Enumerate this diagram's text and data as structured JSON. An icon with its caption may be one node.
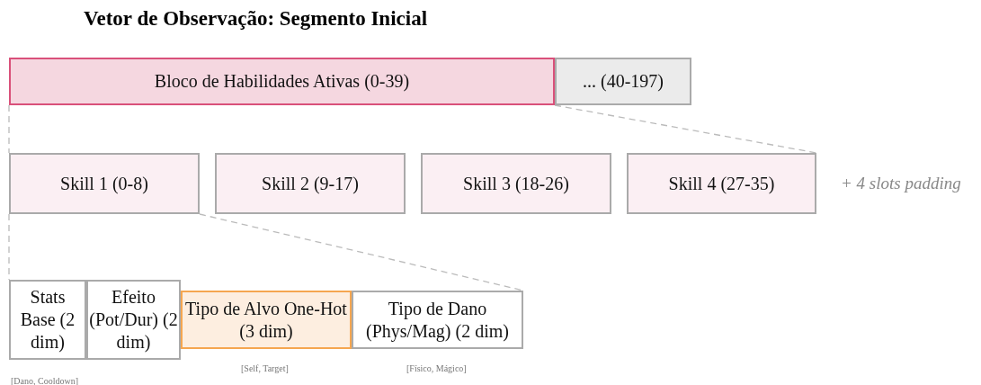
{
  "diagram": {
    "title": "Vetor de Observação: Segmento Inicial",
    "nodes": [
      {
        "text": [
          "Bloco de Habilidades Ativas (0-39)"
        ]
      },
      {
        "text": [
          "... (40-197)"
        ]
      },
      {
        "text": [
          "Skill 1 (0-8)"
        ]
      },
      {
        "text": [
          "Skill 2 (9-17)"
        ]
      },
      {
        "text": [
          "Skill 3 (18-26)"
        ]
      },
      {
        "text": [
          "Skill 4 (27-35)"
        ]
      },
      {
        "text": [
          "Stats Base (2 dim)"
        ],
        "beside": [
          "[Dano, Cooldown]"
        ]
      },
      {
        "text": [
          "Efeito (Pot/Dur) (2 dim)"
        ]
      },
      {
        "text": [
          "Tipo de Alvo One-Hot (3 dim)"
        ],
        "beside": [
          "[Self, Target]"
        ]
      },
      {
        "text": [
          "Tipo de Dano (Phys/Mag) (2 dim)"
        ],
        "beside": [
          "[Físico, Mágico]"
        ]
      }
    ],
    "edges": [
      {
        "from": 0,
        "to": 2,
        "arrow": "none",
        "style": "dashed"
      },
      {
        "from": 0,
        "to": 5,
        "arrow": "none",
        "style": "dashed"
      },
      {
        "from": 2,
        "to": 6,
        "arrow": "none",
        "style": "dashed"
      },
      {
        "from": 2,
        "to": 9,
        "arrow": "none",
        "style": "dashed"
      }
    ],
    "labels": [
      "+ 4 slots padding"
    ]
  }
}
